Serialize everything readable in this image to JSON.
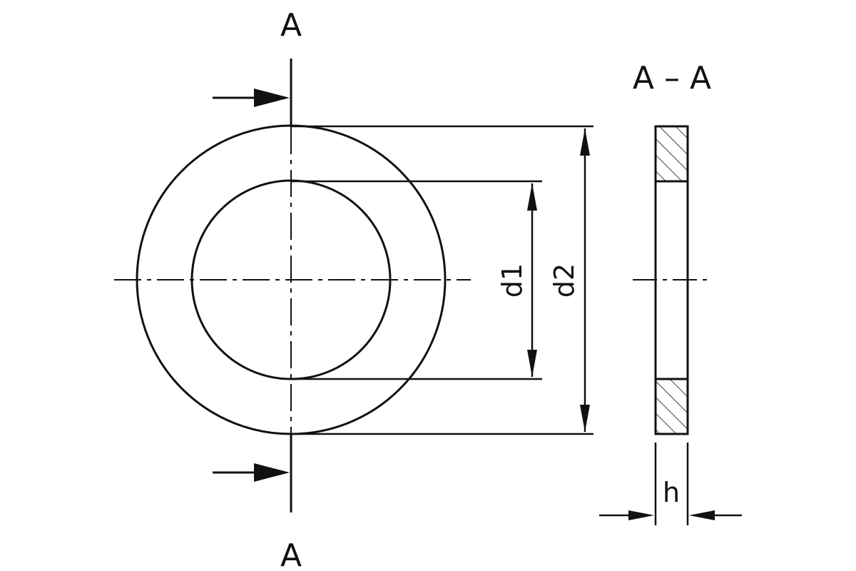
{
  "labels": {
    "section_top": "A",
    "section_bottom": "A",
    "section_view": "A – A",
    "inner_diameter": "d1",
    "outer_diameter": "d2",
    "thickness": "h"
  },
  "colors": {
    "ink": "#111111",
    "background": "#ffffff"
  }
}
